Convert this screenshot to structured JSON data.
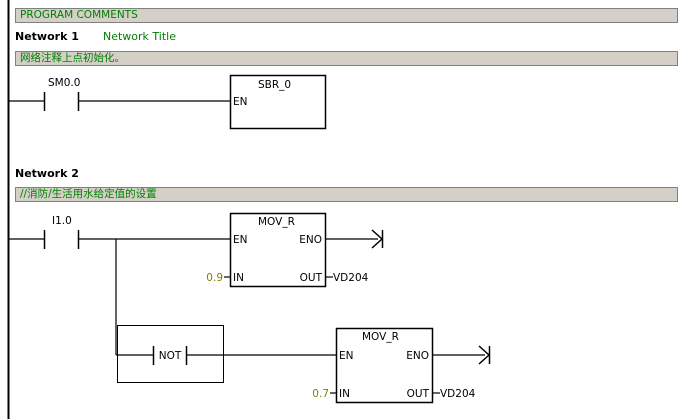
{
  "program_comments": "PROGRAM COMMENTS",
  "network1": {
    "label": "Network 1",
    "title": "Network Title",
    "comment": "网络注释上点初始化。",
    "contact": "SM0.0",
    "block": {
      "name": "SBR_0",
      "en": "EN"
    }
  },
  "network2": {
    "label": "Network 2",
    "comment": "//消防/生活用水给定值的设置",
    "contact": "I1.0",
    "not_label": "NOT",
    "mov1": {
      "name": "MOV_R",
      "en": "EN",
      "eno": "ENO",
      "in_pin": "IN",
      "out_pin": "OUT",
      "in_value": "0.9",
      "out_value": "VD204"
    },
    "mov2": {
      "name": "MOV_R",
      "en": "EN",
      "eno": "ENO",
      "in_pin": "IN",
      "out_pin": "OUT",
      "in_value": "0.7",
      "out_value": "VD204"
    }
  },
  "colors": {
    "comment_bg": "#d4d0c8",
    "comment_text": "#008000",
    "constant_text": "#808000"
  }
}
